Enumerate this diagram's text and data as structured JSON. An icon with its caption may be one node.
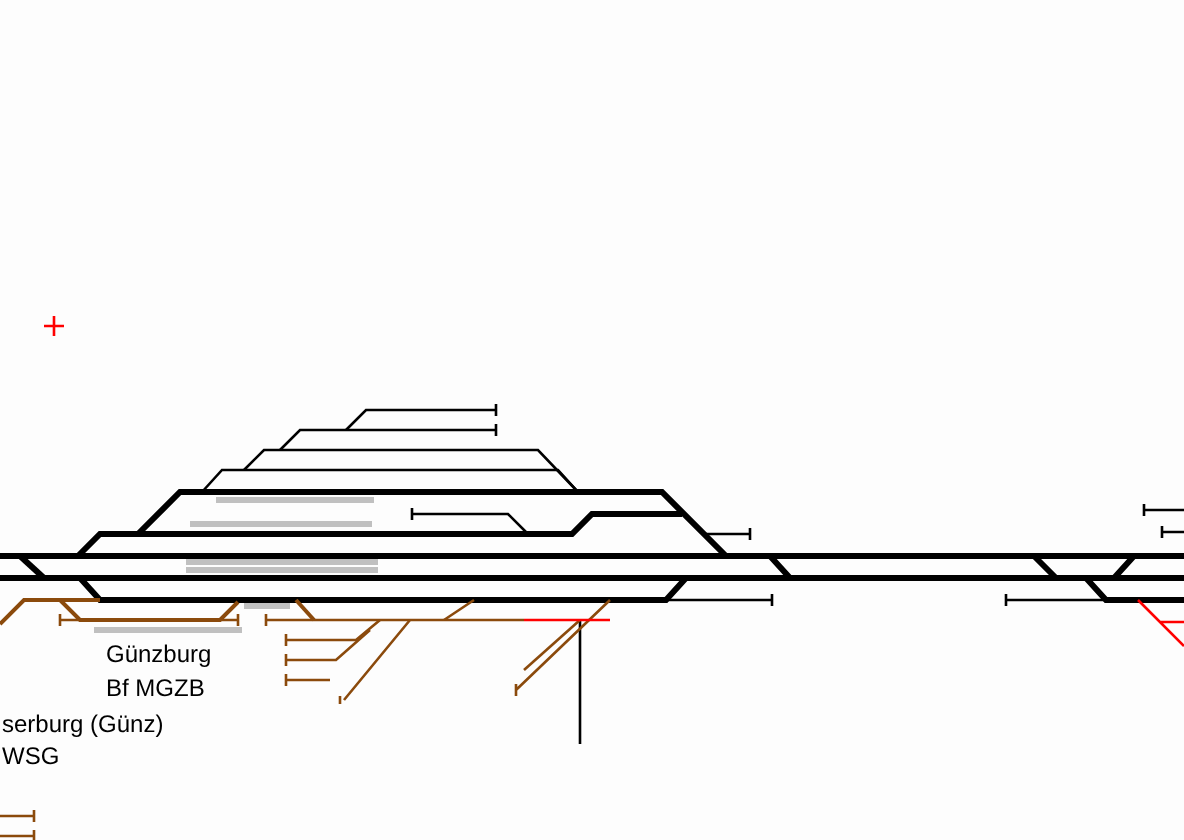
{
  "diagram": {
    "labels": [
      "Günzburg",
      "Bf MGZB",
      "serburg (Günz)",
      "WSG"
    ]
  }
}
